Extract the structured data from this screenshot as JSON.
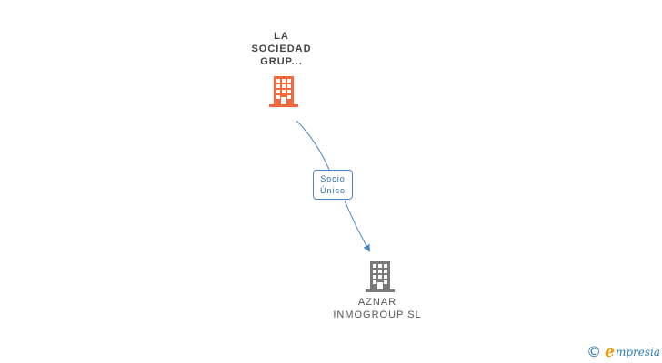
{
  "nodes": {
    "parent": {
      "label_lines": [
        "LA",
        "SOCIEDAD",
        "GRUP..."
      ],
      "icon": "building-icon",
      "color": "#f2683a"
    },
    "child": {
      "label_lines": [
        "AZNAR",
        "INMOGROUP  SL"
      ],
      "icon": "building-icon",
      "color": "#7a7a7a"
    }
  },
  "relation": {
    "label_lines": [
      "Socio",
      "Único"
    ],
    "color": "#4a86c8"
  },
  "watermark": {
    "symbol": "©",
    "brand_initial": "e",
    "brand_rest": "mpresia"
  }
}
